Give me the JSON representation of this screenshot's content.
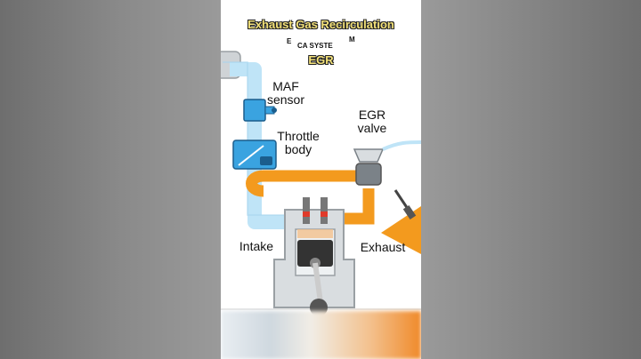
{
  "header": {
    "title": "Exhaust Gas Recirculation",
    "fragment_e": "E",
    "fragment_m": "M",
    "fragment_system": "CA SYSTE",
    "subtitle": "EGR"
  },
  "labels": {
    "maf": "MAF sensor",
    "throttle": "Throttle body",
    "egr_valve": "EGR valve",
    "intake": "Intake",
    "exhaust": "Exhaust"
  },
  "colors": {
    "intake_blue": "#bfe4f7",
    "exhaust_orange": "#f39a1e",
    "sensor_blue": "#3aa3e0",
    "engine_gray": "#d9dde0",
    "title_yellow": "#f4e27a"
  }
}
